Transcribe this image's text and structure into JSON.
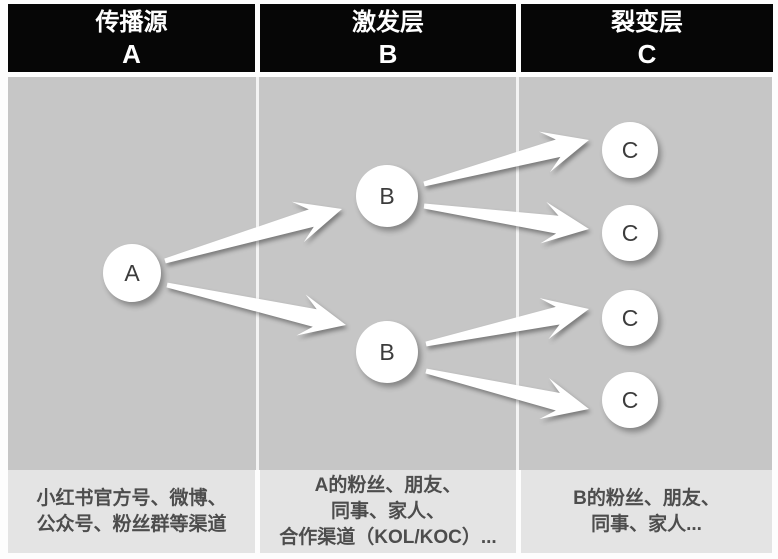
{
  "header": {
    "columns": [
      {
        "title": "传播源",
        "letter": "A"
      },
      {
        "title": "激发层",
        "letter": "B"
      },
      {
        "title": "裂变层",
        "letter": "C"
      }
    ]
  },
  "diagram": {
    "nodes": [
      {
        "id": "A",
        "label": "A"
      },
      {
        "id": "B1",
        "label": "B"
      },
      {
        "id": "B2",
        "label": "B"
      },
      {
        "id": "C1",
        "label": "C"
      },
      {
        "id": "C2",
        "label": "C"
      },
      {
        "id": "C3",
        "label": "C"
      },
      {
        "id": "C4",
        "label": "C"
      }
    ],
    "edges": [
      {
        "from": "A",
        "to": "B1"
      },
      {
        "from": "A",
        "to": "B2"
      },
      {
        "from": "B1",
        "to": "C1"
      },
      {
        "from": "B1",
        "to": "C2"
      },
      {
        "from": "B2",
        "to": "C3"
      },
      {
        "from": "B2",
        "to": "C4"
      }
    ]
  },
  "footer": {
    "boxes": [
      {
        "lines": [
          "小红书官方号、微博、",
          "公众号、粉丝群等渠道"
        ]
      },
      {
        "lines": [
          "A的粉丝、朋友、",
          "同事、家人、",
          "合作渠道（KOL/KOC）..."
        ]
      },
      {
        "lines": [
          "B的粉丝、朋友、",
          "同事、家人..."
        ]
      }
    ]
  },
  "colors": {
    "header_bg": "#060606",
    "header_text": "#ffffff",
    "main_bg": "#c6c6c6",
    "footer_box_bg": "#e4e4e4",
    "footer_text": "#4d4d4d",
    "node_fill": "#ffffff",
    "node_text": "#3c3c3c",
    "arrow_fill": "#ffffff"
  }
}
